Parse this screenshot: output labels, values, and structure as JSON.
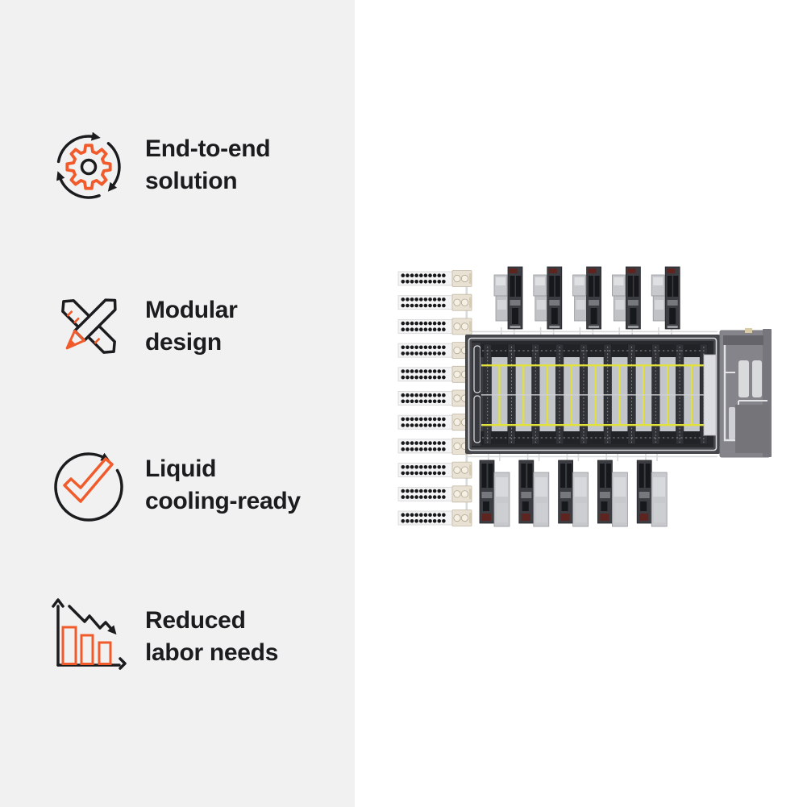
{
  "page": {
    "background": "#ffffff"
  },
  "panel": {
    "background": "#f1f1f2"
  },
  "accent": "#f15b2b",
  "text_color": "#1c1c1e",
  "features": {
    "items": [
      {
        "id": "end-to-end",
        "icon": "gear-cycle-icon",
        "line1": "End-to-end",
        "line2": "solution"
      },
      {
        "id": "modular",
        "icon": "pencil-ruler-icon",
        "line1": "Modular",
        "line2": "design"
      },
      {
        "id": "liquid-cooling",
        "icon": "circle-check-icon",
        "line1": "Liquid",
        "line2": "cooling-ready"
      },
      {
        "id": "reduced-labor",
        "icon": "declining-chart-icon",
        "line1": "Reduced",
        "line2": "labor needs"
      }
    ]
  },
  "illustration": {
    "description": "top-down view of modular data center",
    "fan_wall_rows": 11,
    "fans_per_row": 20,
    "top_modules": 5,
    "bottom_modules": 5,
    "colors": {
      "container_dark": "#46474c",
      "interior": "#28292d",
      "floor": "#c2c5ca",
      "busbar_yellow": "#e2e13b",
      "pipe_light": "#d8d9db",
      "module_dark": "#3c3d42",
      "module_light": "#c7c9cd",
      "slot_black": "#17181b",
      "accent_maroon": "#5e241f",
      "fan_dot": "#17181a",
      "row_bg": "#f4f4f5",
      "connector_beige": "#e9e2d4",
      "electrical_gray": "#84848a"
    }
  }
}
